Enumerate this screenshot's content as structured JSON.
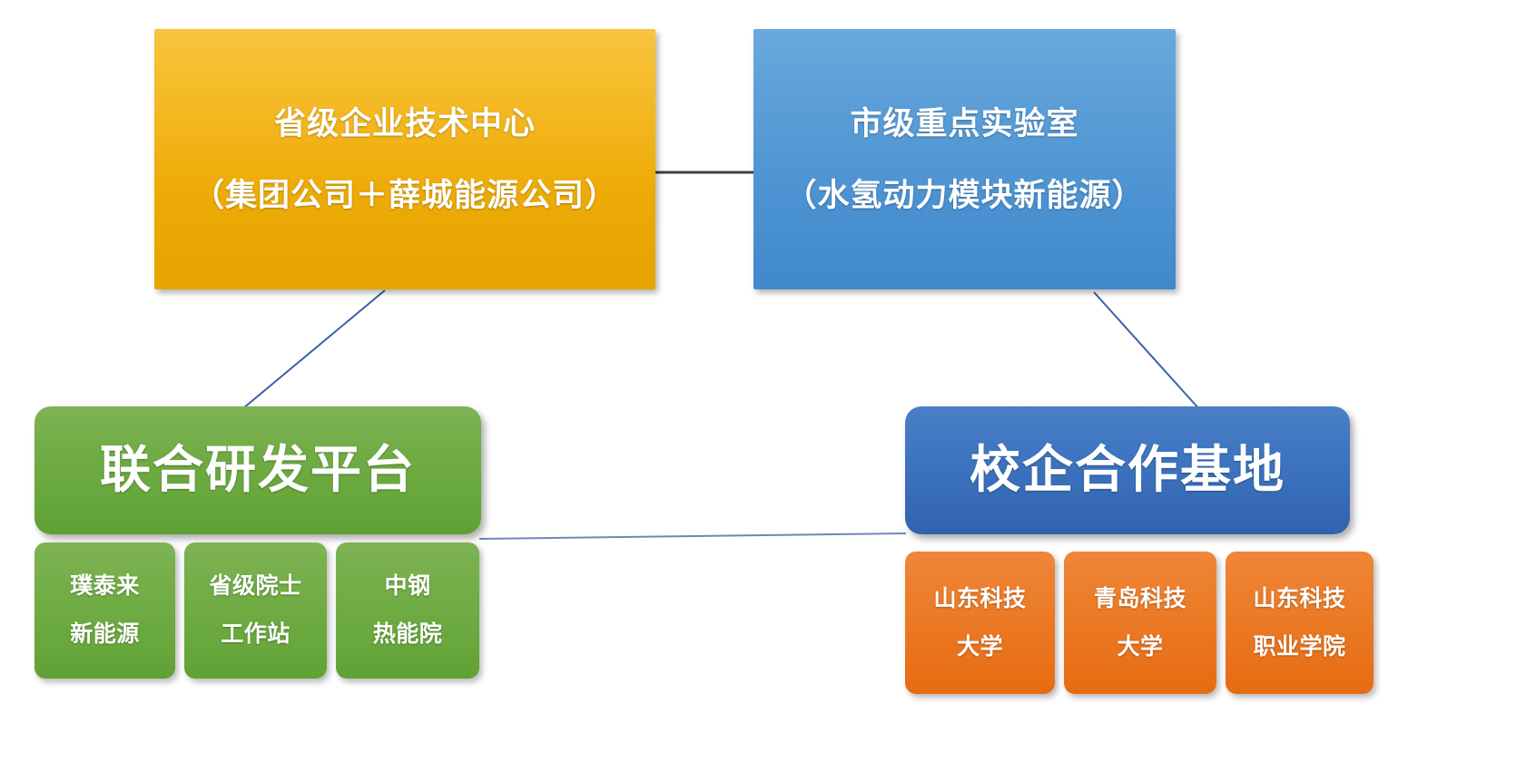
{
  "diagram": {
    "background_color": "#ffffff",
    "nodes": {
      "provincial_tech_center": {
        "line1": "省级企业技术中心",
        "line2": "（集团公司＋薛城能源公司）",
        "color": "#EEAB07",
        "shape": "rectangle"
      },
      "municipal_key_lab": {
        "line1": "市级重点实验室",
        "line2": "（水氢动力模块新能源）",
        "color": "#4A91D1",
        "shape": "rectangle"
      },
      "joint_rd_platform": {
        "line1": "联合研发平台",
        "color": "#66A73B",
        "shape": "rounded-rectangle"
      },
      "school_enterprise_base": {
        "line1": "校企合作基地",
        "color": "#3569B6",
        "shape": "rounded-rectangle"
      }
    },
    "joint_rd_platform_children": [
      {
        "line1": "璞泰来",
        "line2": "新能源",
        "color": "#67A73C"
      },
      {
        "line1": "省级院士",
        "line2": "工作站",
        "color": "#67A73C"
      },
      {
        "line1": "中钢",
        "line2": "热能院",
        "color": "#67A73C"
      }
    ],
    "school_enterprise_base_children": [
      {
        "line1": "山东科技",
        "line2": "大学",
        "color": "#E9711A"
      },
      {
        "line1": "青岛科技",
        "line2": "大学",
        "color": "#E9711A"
      },
      {
        "line1": "山东科技",
        "line2": "职业学院",
        "color": "#E9711A"
      }
    ],
    "connectors": [
      {
        "name": "tech-center-to-key-lab",
        "style": "horizontal",
        "color": "#404040"
      },
      {
        "name": "tech-center-to-joint-platform",
        "style": "diagonal",
        "color": "#3B5FA8"
      },
      {
        "name": "key-lab-to-school-base",
        "style": "diagonal",
        "color": "#3B5FA8"
      },
      {
        "name": "joint-platform-to-school-base",
        "style": "horizontal",
        "color": "#6E86B8"
      }
    ]
  }
}
